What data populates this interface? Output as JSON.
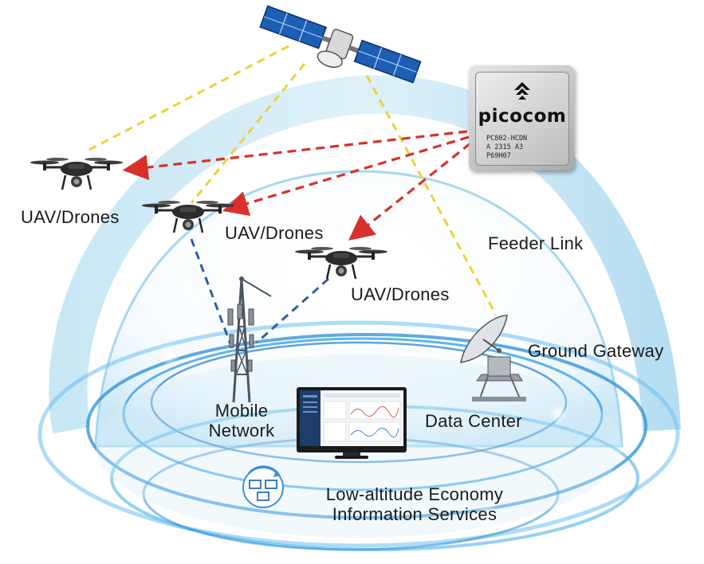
{
  "labels": {
    "uav_left": "UAV/Drones",
    "uav_middle": "UAV/Drones",
    "uav_right": "UAV/Drones",
    "feeder_link": "Feeder Link",
    "ground_gateway": "Ground Gateway",
    "mobile_network": [
      "Mobile",
      "Network"
    ],
    "data_center": "Data Center",
    "services": [
      "Low-altitude Economy",
      "Information Services"
    ]
  },
  "chip": {
    "brand": "picocom",
    "lines": [
      "PC802-HCDN",
      "A  2315  A3",
      "P69H07"
    ]
  },
  "colors": {
    "satellite_link": "#e8d43a",
    "chip_link": "#d8312c",
    "mobile_link": "#2f5f9e",
    "dome": "#8fc9e6",
    "ring": "#2a8fd6"
  },
  "icons": [
    "satellite-icon",
    "drone-icon",
    "cell-tower-icon",
    "satellite-dish-icon",
    "monitor-icon",
    "network-computers-icon",
    "chip-icon"
  ]
}
